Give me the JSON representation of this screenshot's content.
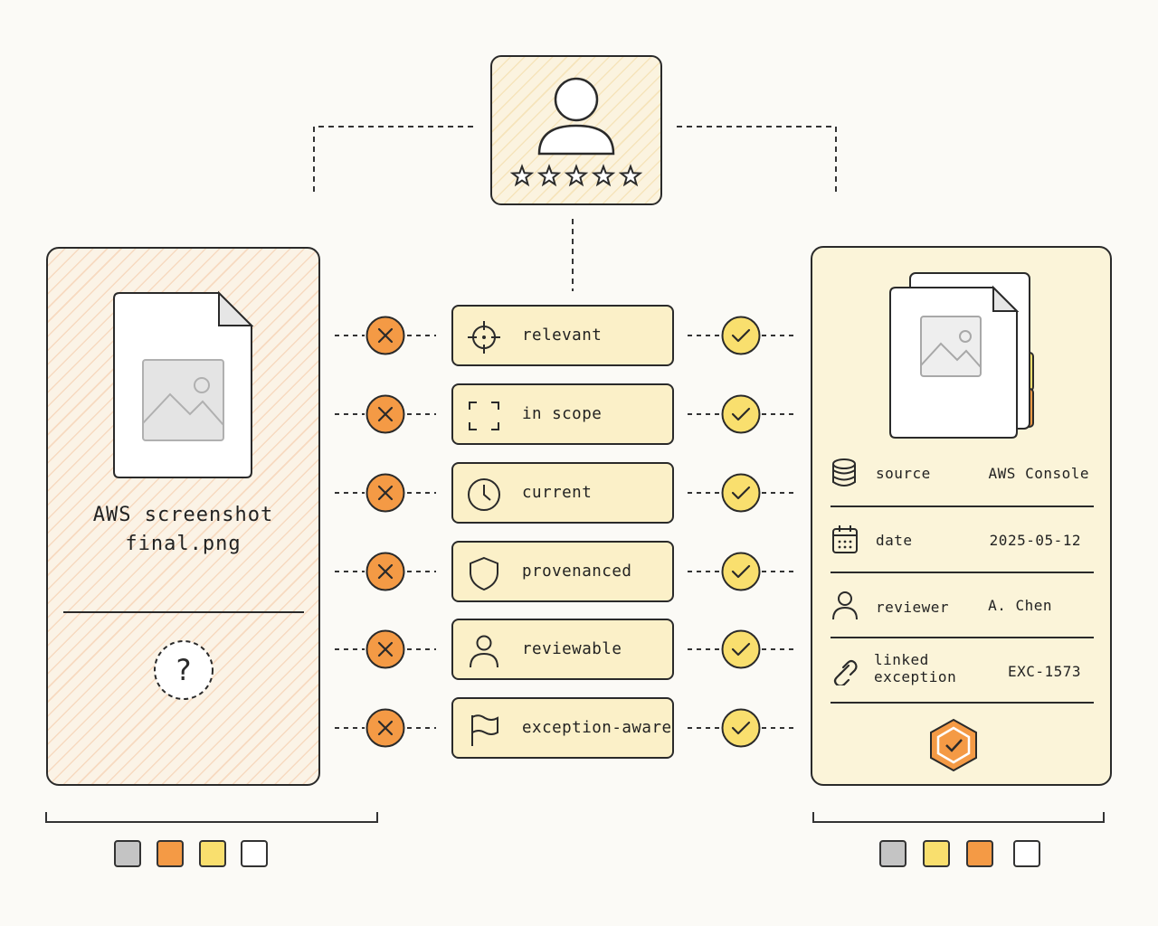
{
  "left_file": {
    "name_line1": "AWS screenshot",
    "name_line2": "final.png",
    "unknown_icon": "question-mark-icon"
  },
  "profile": {
    "icon": "user-icon",
    "rating_stars": 5,
    "rating_icon": "star-outline-icon"
  },
  "criteria": [
    {
      "label": "relevant",
      "icon": "crosshair-icon"
    },
    {
      "label": "in scope",
      "icon": "frame-corners-icon"
    },
    {
      "label": "current",
      "icon": "clock-icon"
    },
    {
      "label": "provenanced",
      "icon": "shield-icon"
    },
    {
      "label": "reviewable",
      "icon": "person-icon"
    },
    {
      "label": "exception-aware",
      "icon": "flag-icon"
    }
  ],
  "status": {
    "fail_icon": "x-circle-icon",
    "pass_icon": "check-circle-icon"
  },
  "evidence": {
    "source": {
      "label": "source",
      "value": "AWS Console",
      "icon": "database-icon"
    },
    "date": {
      "label": "date",
      "value": "2025-05-12",
      "icon": "calendar-icon"
    },
    "reviewer": {
      "label": "reviewer",
      "value": "A. Chen",
      "icon": "person-icon"
    },
    "linked": {
      "label_line1": "linked",
      "label_line2": "exception",
      "value": "EXC-1573",
      "icon": "link-icon"
    },
    "badge_icon": "verified-badge-icon"
  },
  "colors": {
    "fail": "#f49a45",
    "pass": "#f9df6e",
    "outline": "#2a2a2a",
    "left_palette": [
      "#c4c4c4",
      "#f49a45",
      "#f9df6e",
      "#ffffff"
    ],
    "right_palette": [
      "#c4c4c4",
      "#f9df6e",
      "#f49a45",
      "#ffffff"
    ]
  }
}
